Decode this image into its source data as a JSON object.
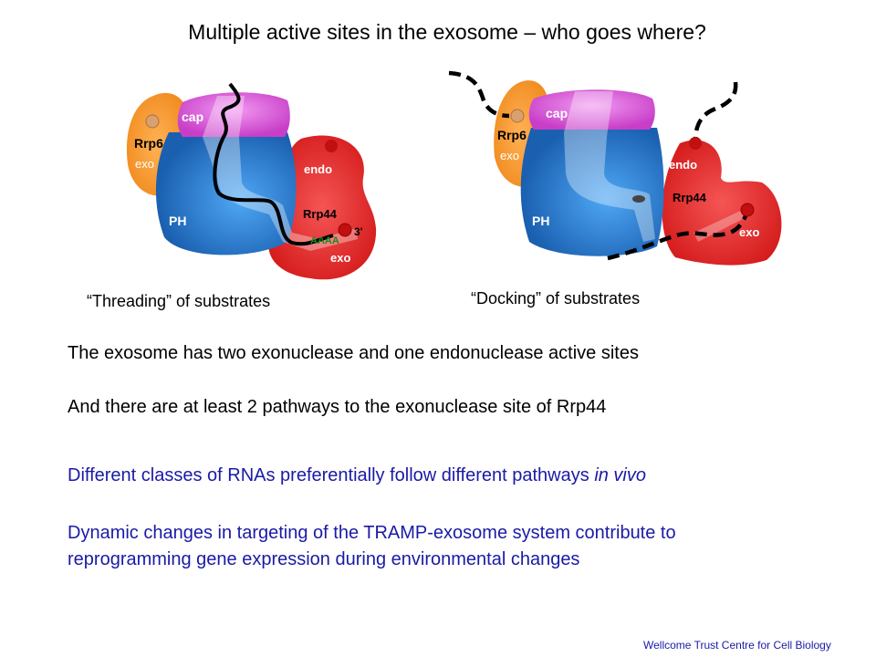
{
  "title": "Multiple active sites in the exosome – who goes where?",
  "diagrams": {
    "threading": {
      "caption": "“Threading” of substrates",
      "labels": {
        "cap": "cap",
        "rrp6": "Rrp6",
        "rrp6_exo": "exo",
        "ph": "PH",
        "endo": "endo",
        "rrp44": "Rrp44",
        "polya": "AAAA",
        "three_prime": "3'",
        "rrp44_exo": "exo"
      }
    },
    "docking": {
      "caption": "“Docking” of substrates",
      "labels": {
        "cap": "cap",
        "rrp6": "Rrp6",
        "rrp6_exo": "exo",
        "ph": "PH",
        "endo": "endo",
        "rrp44": "Rrp44",
        "rrp44_exo": "exo"
      }
    }
  },
  "body": {
    "line1": "The exosome has two exonuclease and one endonuclease active sites",
    "line2": "And there are at least 2 pathways to the exonuclease site of Rrp44",
    "line3_pre": "Different classes of RNAs preferentially follow different pathways ",
    "line3_em": "in vivo",
    "line4a": "Dynamic changes in targeting of the TRAMP-exosome system contribute to",
    "line4b": "reprogramming gene expression during environmental changes"
  },
  "footer": "Wellcome Trust Centre  for Cell Biology",
  "colors": {
    "rrp6": "#f39a2e",
    "cap": "#d94fd9",
    "ph": "#1e6fc4",
    "rrp44": "#e02828",
    "blue_text": "#1a1aa6"
  }
}
